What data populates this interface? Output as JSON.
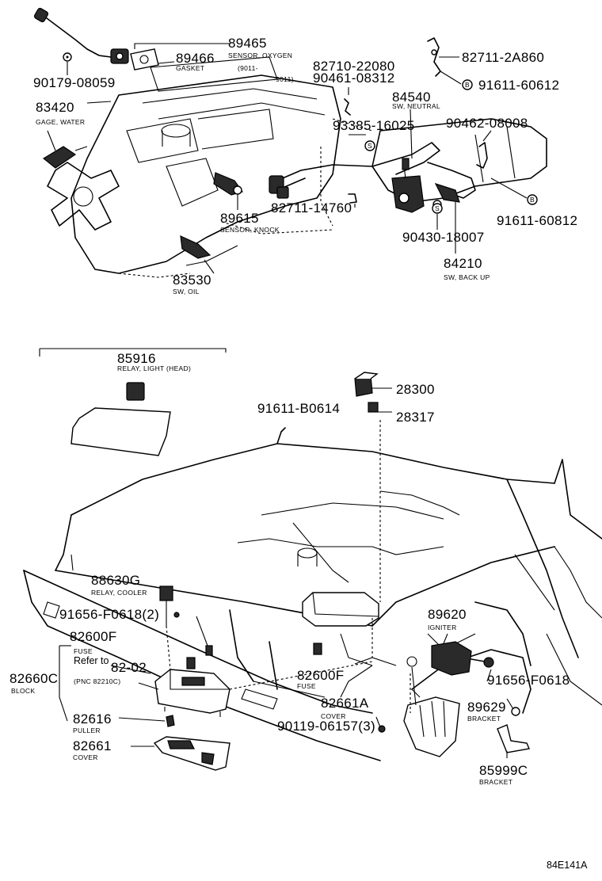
{
  "parts": {
    "p89465": "89465",
    "p89465_name": "SENSOR, OXYGEN",
    "p89466": "89466",
    "p89466_name": "GASKET",
    "range_a": "(9011-",
    "range_b": "-9011)",
    "p90179": "90179-08059",
    "p83420": "83420",
    "p83420_name": "GAGE, WATER",
    "p82710": "82710-22080",
    "p90461": "90461-08312",
    "p82711a": "82711-2A860",
    "p91611a": "91611-60612",
    "p84540": "84540",
    "p84540_name": "SW, NEUTRAL",
    "p93385": "93385-16025",
    "p90462": "90462-08008",
    "p89615": "89615",
    "p89615_name": "SENSOR, KNOCK",
    "p82711b": "82711-14760",
    "p91611b": "91611-60812",
    "p90430": "90430-18007",
    "p84210": "84210",
    "p84210_name": "SW, BACK UP",
    "p83530": "83530",
    "p83530_name": "SW, OIL",
    "p85916": "85916",
    "p85916_name": "RELAY, LIGHT (HEAD)",
    "p28300": "28300",
    "p91611c": "91611-B0614",
    "p28317": "28317",
    "p88630": "88630G",
    "p88630_name": "RELAY, COOLER",
    "p91656a": "91656-F0618(2)",
    "p89620": "89620",
    "p89620_name": "IGNITER",
    "p82600a": "82600F",
    "p82600a_name": "FUSE",
    "refer": "Refer to",
    "p8202": "82-02",
    "pnc": "(PNC 82210C)",
    "p82660": "82660C",
    "p82660_name": "BLOCK",
    "p82600b": "82600F",
    "p82600b_name": "FUSE",
    "p91656b": "91656-F0618",
    "p82661a": "82661A",
    "p82661a_name": "COVER",
    "p89629": "89629",
    "p89629_name": "BRACKET",
    "p90119": "90119-06157(3)",
    "p82616": "82616",
    "p82616_name": "PULLER",
    "p82661": "82661",
    "p82661_name": "COVER",
    "p85999": "85999C",
    "p85999_name": "BRACKET",
    "figure_code": "84E141A"
  },
  "markers": {
    "circle_s": "S",
    "circle_b": "B",
    "circle_b2": "B",
    "circle_s2": "S"
  }
}
